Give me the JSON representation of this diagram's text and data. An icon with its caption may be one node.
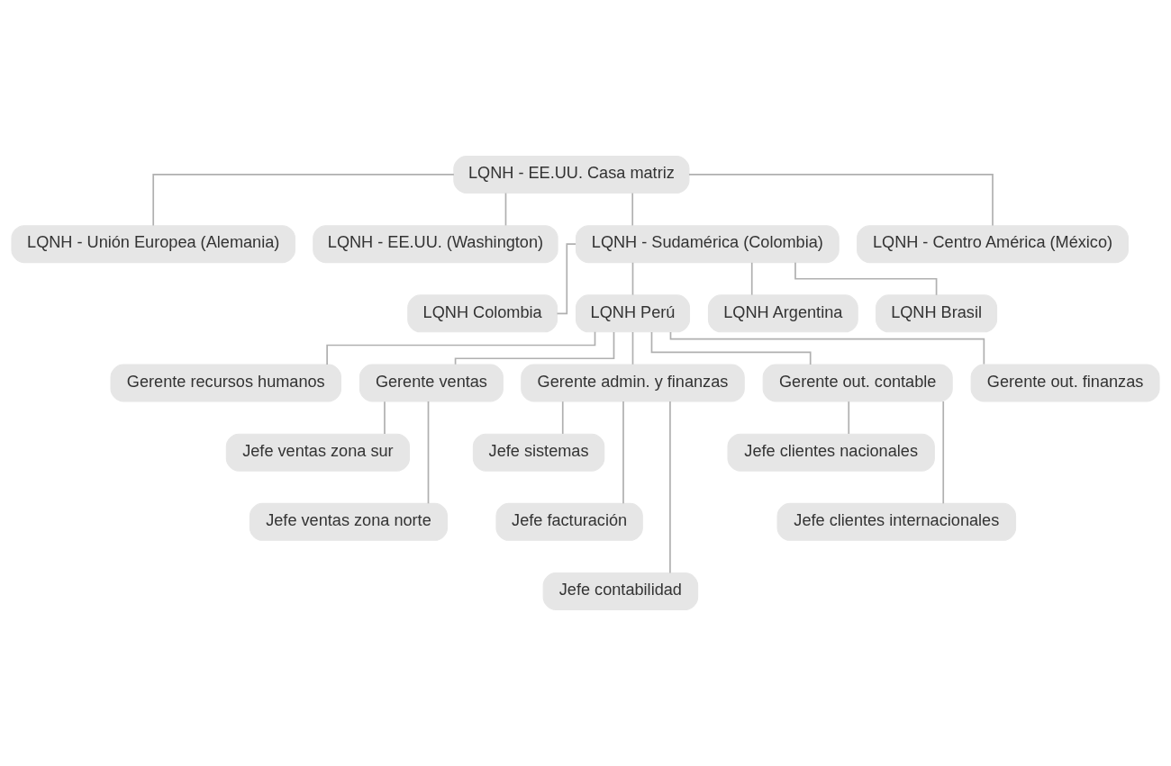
{
  "diagram": {
    "nodes": [
      {
        "text": [
          "LQNH - EE.UU. Casa matriz"
        ]
      },
      {
        "text": [
          "LQNH - Unión Europea (Alemania)"
        ]
      },
      {
        "text": [
          "LQNH - EE.UU. (Washington)"
        ]
      },
      {
        "text": [
          "LQNH - Sudamérica (Colombia)"
        ]
      },
      {
        "text": [
          "LQNH - Centro América (México)"
        ]
      },
      {
        "text": [
          "LQNH Colombia"
        ]
      },
      {
        "text": [
          "LQNH Perú"
        ]
      },
      {
        "text": [
          "LQNH Argentina"
        ]
      },
      {
        "text": [
          "LQNH Brasil"
        ]
      },
      {
        "text": [
          "Gerente recursos humanos"
        ]
      },
      {
        "text": [
          "Gerente ventas"
        ]
      },
      {
        "text": [
          "Gerente admin. y finanzas"
        ]
      },
      {
        "text": [
          "Gerente out. contable"
        ]
      },
      {
        "text": [
          "Gerente out. finanzas"
        ]
      },
      {
        "text": [
          "Jefe ventas zona sur"
        ]
      },
      {
        "text": [
          "Jefe ventas zona norte"
        ]
      },
      {
        "text": [
          "Jefe sistemas"
        ]
      },
      {
        "text": [
          "Jefe facturación"
        ]
      },
      {
        "text": [
          "Jefe contabilidad"
        ]
      },
      {
        "text": [
          "Jefe clientes nacionales"
        ]
      },
      {
        "text": [
          "Jefe clientes internacionales"
        ]
      }
    ],
    "edges": [
      {
        "from": 0,
        "to": 1,
        "arrow": "none"
      },
      {
        "from": 0,
        "to": 2,
        "arrow": "none"
      },
      {
        "from": 0,
        "to": 3,
        "arrow": "none"
      },
      {
        "from": 0,
        "to": 4,
        "arrow": "none"
      },
      {
        "from": 3,
        "to": 5,
        "arrow": "none"
      },
      {
        "from": 3,
        "to": 6,
        "arrow": "none"
      },
      {
        "from": 3,
        "to": 7,
        "arrow": "none"
      },
      {
        "from": 3,
        "to": 8,
        "arrow": "none"
      },
      {
        "from": 6,
        "to": 9,
        "arrow": "none"
      },
      {
        "from": 6,
        "to": 10,
        "arrow": "none"
      },
      {
        "from": 6,
        "to": 11,
        "arrow": "none"
      },
      {
        "from": 6,
        "to": 12,
        "arrow": "none"
      },
      {
        "from": 6,
        "to": 13,
        "arrow": "none"
      },
      {
        "from": 10,
        "to": 14,
        "arrow": "none"
      },
      {
        "from": 10,
        "to": 15,
        "arrow": "none"
      },
      {
        "from": 11,
        "to": 16,
        "arrow": "none"
      },
      {
        "from": 11,
        "to": 17,
        "arrow": "none"
      },
      {
        "from": 11,
        "to": 18,
        "arrow": "none"
      },
      {
        "from": 12,
        "to": 19,
        "arrow": "none"
      },
      {
        "from": 12,
        "to": 20,
        "arrow": "none"
      }
    ]
  }
}
